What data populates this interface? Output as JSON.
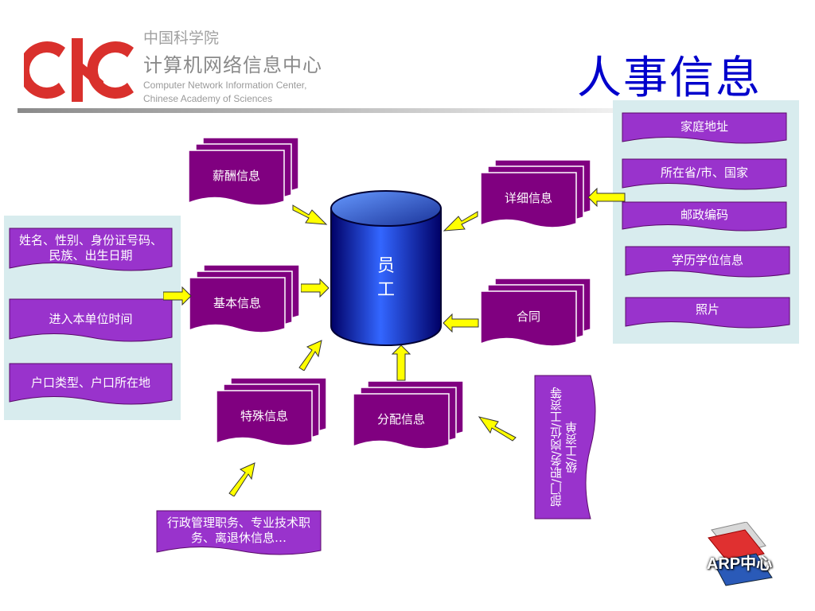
{
  "header": {
    "org_cn": "中国科学院",
    "center_cn": "计算机网络信息中心",
    "org_en_1": "Computer Network Information Center,",
    "org_en_2": "Chinese Academy of Sciences",
    "page_title": "人事信息"
  },
  "center_node": {
    "line1": "员",
    "line2": "工"
  },
  "doc_nodes": {
    "salary": "薪酬信息",
    "detail": "详细信息",
    "basic": "基本信息",
    "contract": "合同",
    "special": "特殊信息",
    "assignment": "分配信息"
  },
  "left_panel": {
    "items": [
      "姓名、性别、身份证号码、民族、出生日期",
      "进入本单位时间",
      "户口类型、户口所在地"
    ]
  },
  "right_panel": {
    "items": [
      "家庭地址",
      "所在省/市、国家",
      "邮政编码",
      "学历学位信息",
      "照片"
    ]
  },
  "bottom_note": "行政管理职务、专业技术职务、离退休信息…",
  "vertical_note": "部门/职务/岗位/工资等级/工资单",
  "brand_badge": "ARP中心",
  "colors": {
    "purple": "#800080",
    "blue_box": "#9933cc",
    "arrow_yellow": "#ffff00",
    "title_blue": "#0000cc",
    "panel": "#d8ecee"
  }
}
